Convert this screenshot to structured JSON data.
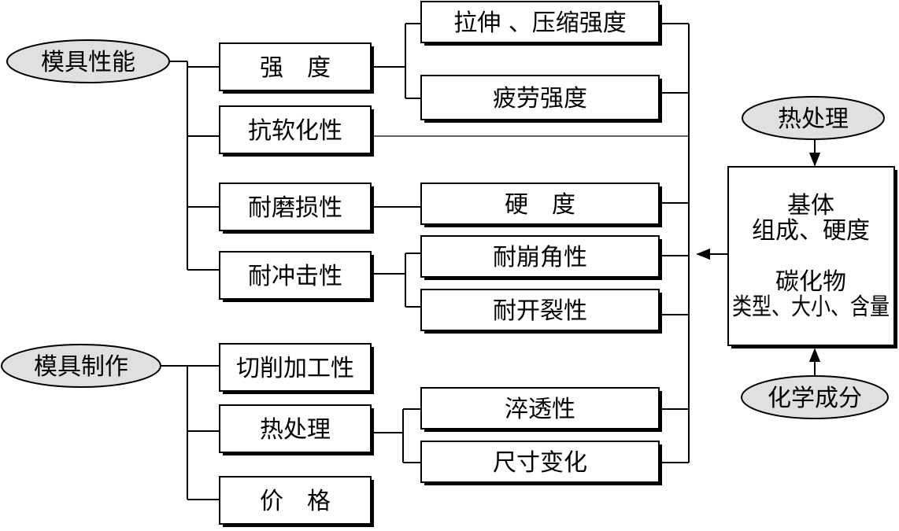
{
  "colors": {
    "ellipse_fill": "#e0e0e0",
    "stroke": "#000000",
    "box_fill": "#ffffff"
  },
  "roots": {
    "mold_performance": "模具性能",
    "mold_making": "模具制作",
    "heat_treatment": "热处理",
    "chemical_composition": "化学成分"
  },
  "performance": {
    "strength": "强　度",
    "softening_resistance": "抗软化性",
    "wear_resistance": "耐磨损性",
    "impact_resistance": "耐冲击性"
  },
  "making": {
    "machinability": "切削加工性",
    "heat_treatment": "热处理",
    "price": "价　格"
  },
  "details": {
    "tensile_compressive": "拉伸 、压缩强度",
    "fatigue": "疲劳强度",
    "hardness": "硬　度",
    "chipping": "耐崩角性",
    "cracking": "耐开裂性",
    "hardenability": "淬透性",
    "dimensional_change": "尺寸变化"
  },
  "matrix_box": {
    "line1": "基体",
    "line2": "组成、硬度",
    "line3": "碳化物",
    "line4": "类型、大小、含量"
  }
}
